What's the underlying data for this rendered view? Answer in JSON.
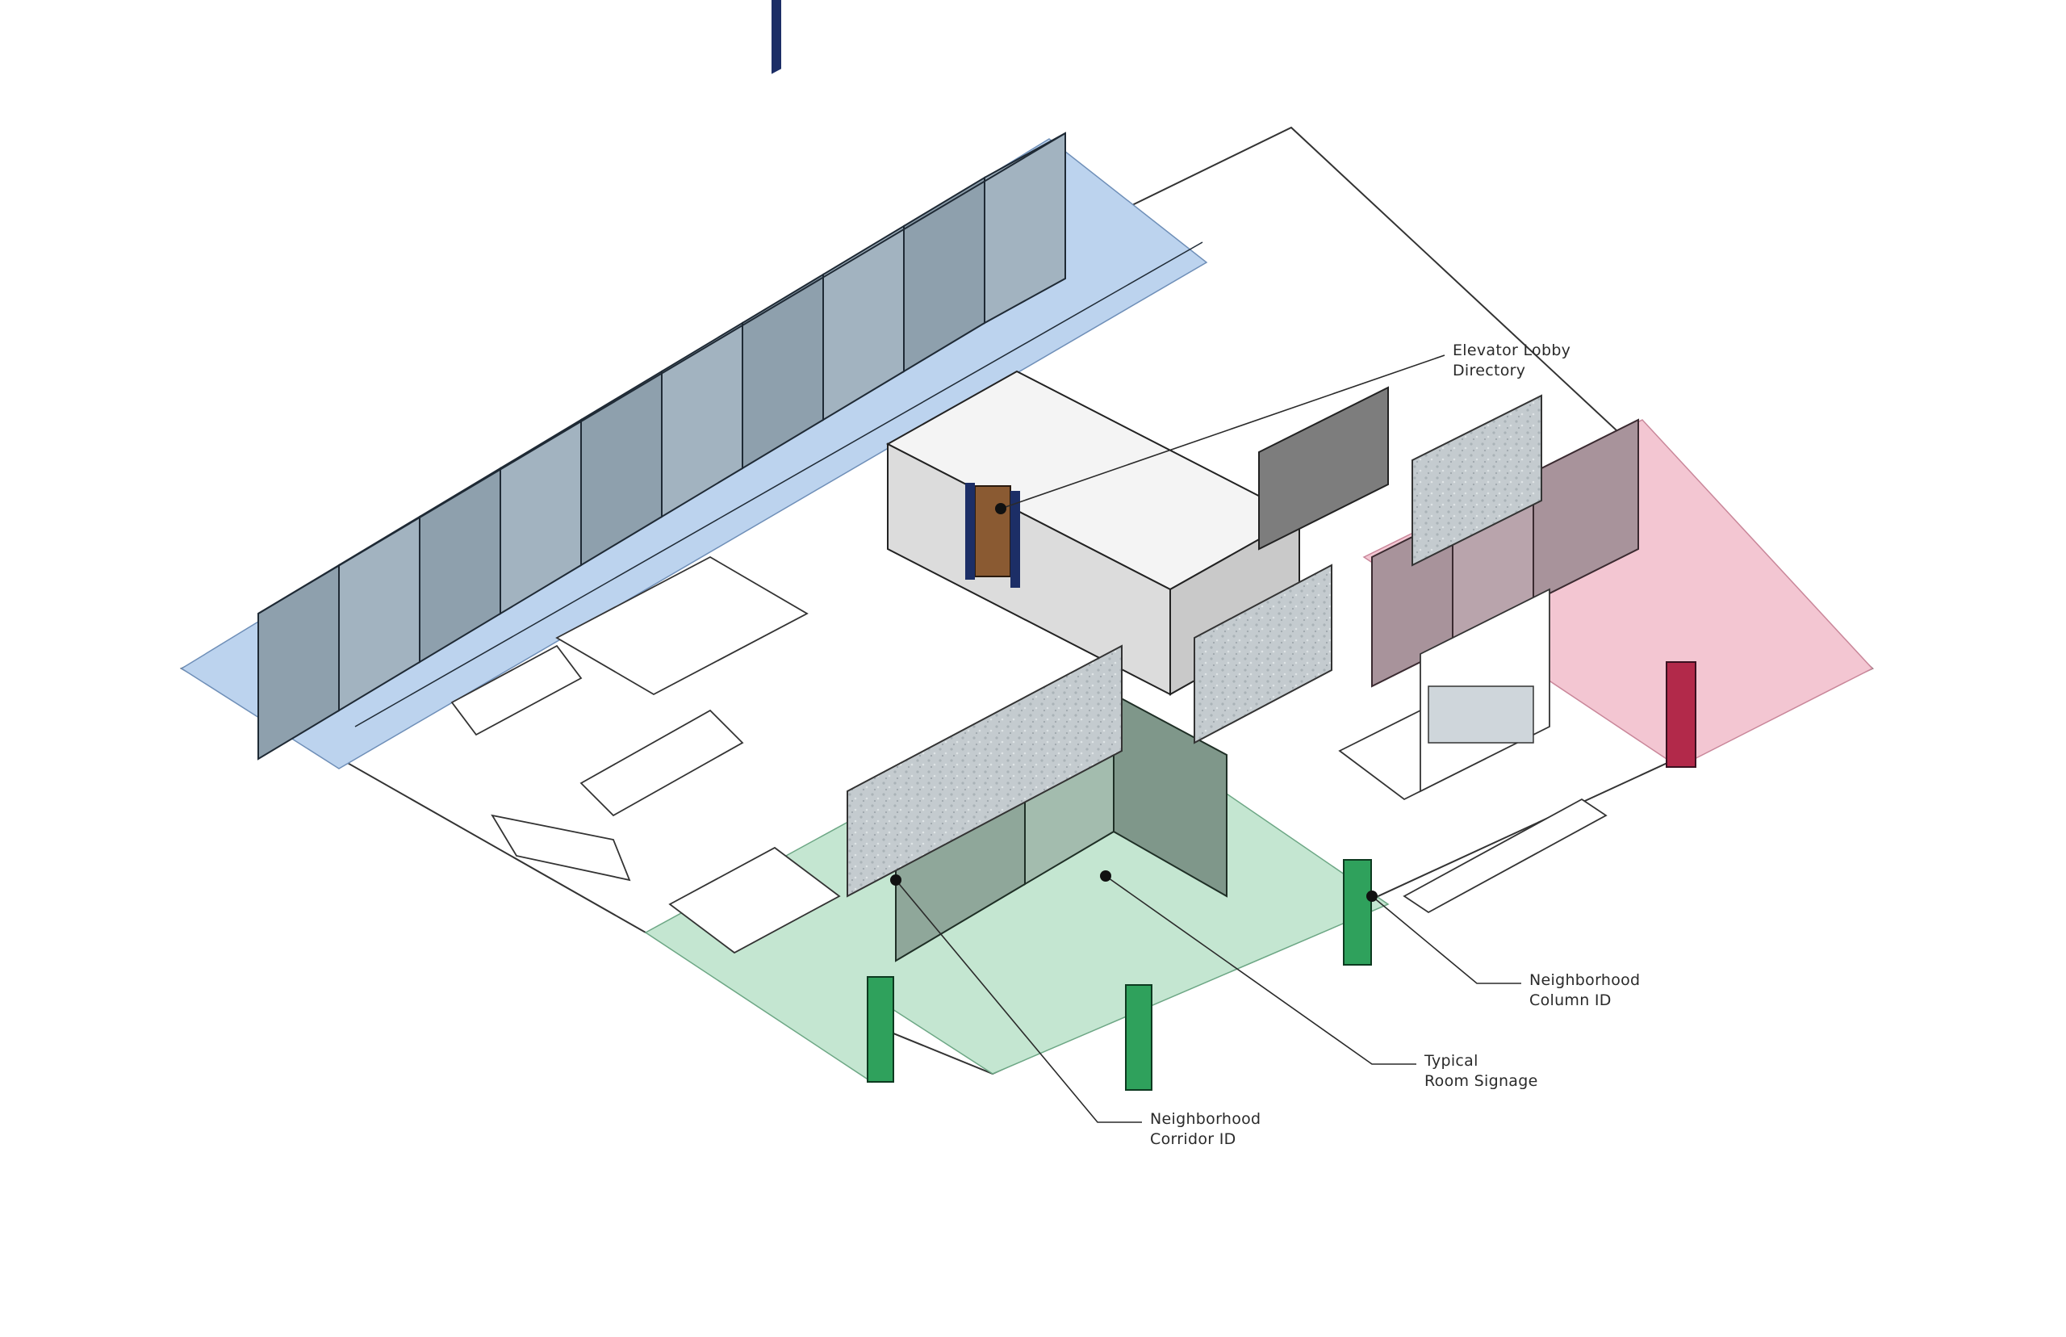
{
  "zone_colors": {
    "blue_zone": "#bcd3ee",
    "pink_zone": "#f3c6d2",
    "green_zone": "#c4e6d1",
    "wall_face": "#7e8f98",
    "glass_grey": "#cfd6db",
    "green_column": "#2fa15c",
    "red_column": "#b2294a",
    "navy_panel": "#1c2e66",
    "wood_door": "#8a5a32"
  },
  "callouts": [
    {
      "line1": "Elevator Lobby",
      "line2": "Directory"
    },
    {
      "line1": "Neighborhood",
      "line2": "Column ID"
    },
    {
      "line1": "Typical",
      "line2": "Room Signage"
    },
    {
      "line1": "Neighborhood",
      "line2": "Corridor ID"
    }
  ]
}
